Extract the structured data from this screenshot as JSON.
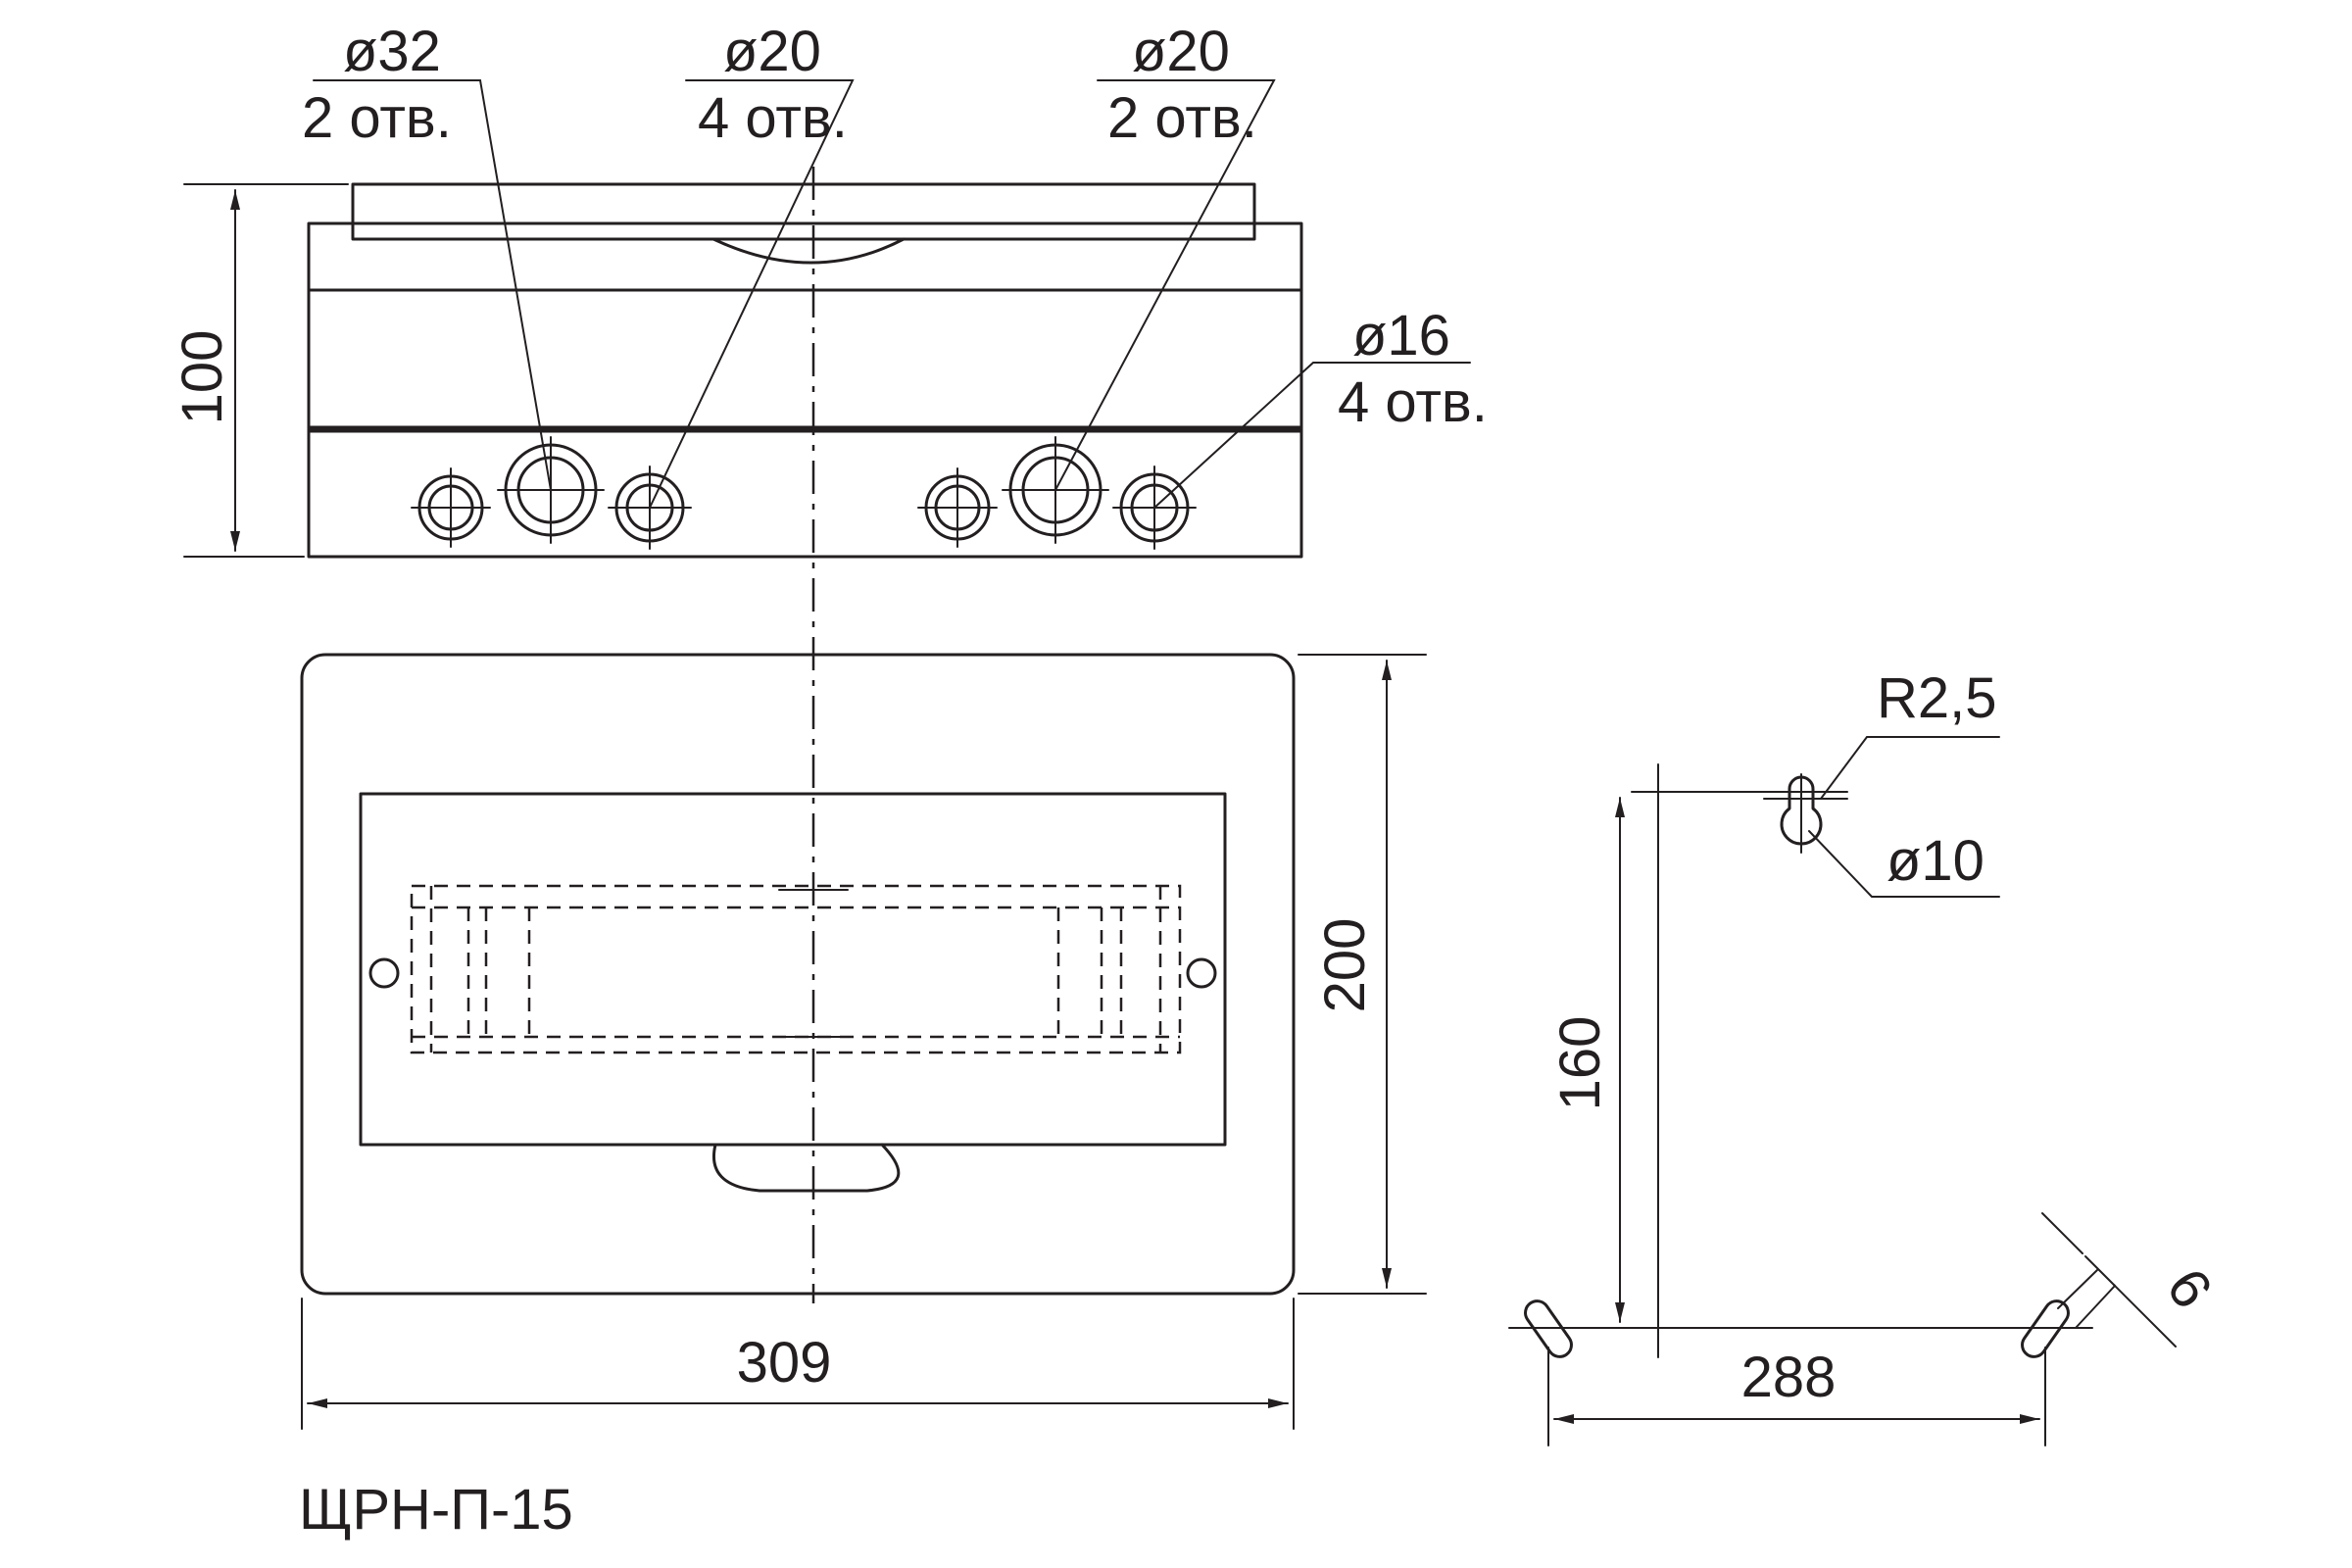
{
  "title": "ЩРН-П-15",
  "side_view": {
    "height_label": "100",
    "callouts": [
      {
        "diameter": "ø32",
        "count": "2 отв."
      },
      {
        "diameter": "ø20",
        "count": "4 отв."
      },
      {
        "diameter": "ø20",
        "count": "2 отв."
      },
      {
        "diameter": "ø16",
        "count": "4 отв."
      }
    ]
  },
  "front_view": {
    "width_label": "309",
    "height_label": "200"
  },
  "mounting": {
    "radius_label": "R2,5",
    "hole_label": "ø10",
    "vertical_label": "160",
    "horizontal_label": "288",
    "slot_label": "6"
  },
  "colors": {
    "line": "#231f20",
    "background": "#ffffff"
  }
}
